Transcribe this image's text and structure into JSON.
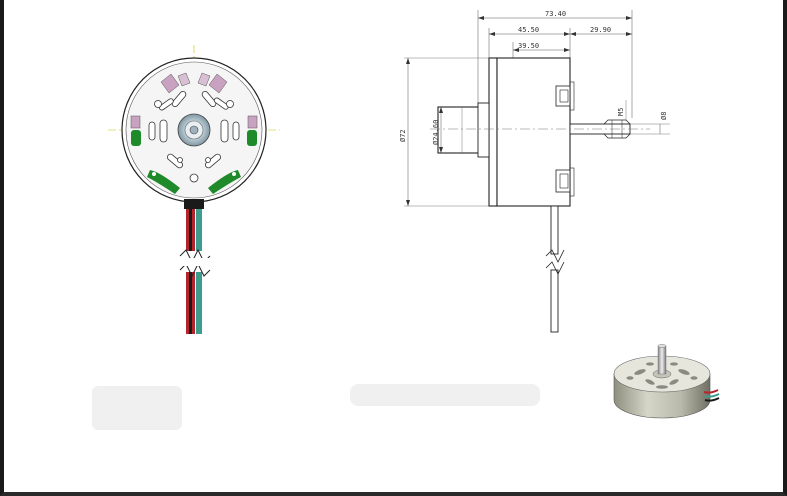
{
  "dimensions": {
    "overall_length": "73.40",
    "body_length": "45.50",
    "shaft_extension": "29.90",
    "housing_length": "39.50",
    "outer_diameter": "Ø72",
    "boss_diameter": "Ø24.60",
    "shaft_diameter": "Ø8",
    "thread": "M5"
  },
  "colors": {
    "line": "#222222",
    "dim_line": "#555555",
    "centerline": "#c8c800",
    "pad_green": "#1f8a2a",
    "pad_pink": "#c9a2c2",
    "wire_red": "#b3252d",
    "wire_black": "#1a1a1a",
    "wire_teal": "#3c9c8e",
    "housing": "#c8c8b8"
  },
  "views": [
    "front-view",
    "side-view",
    "3d-render"
  ]
}
